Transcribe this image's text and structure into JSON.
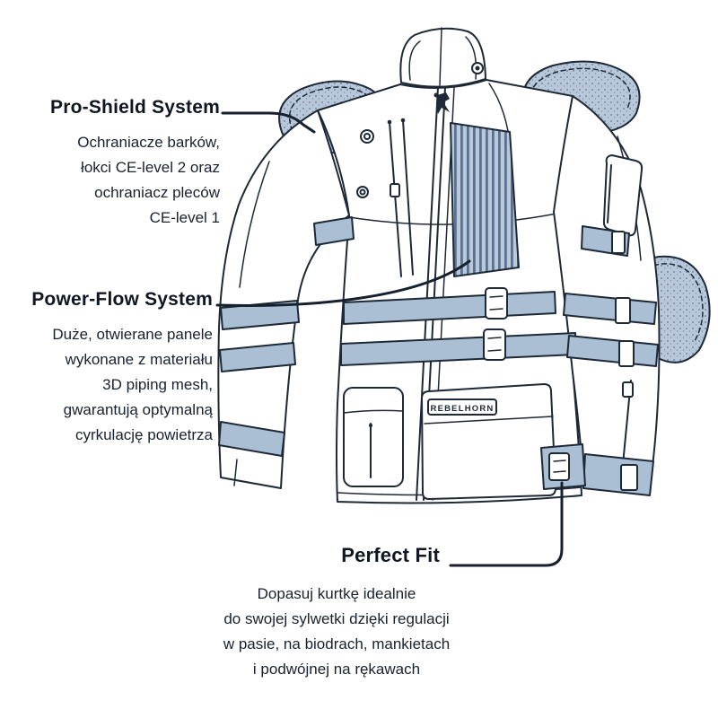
{
  "page": {
    "background_color": "#ffffff",
    "line_color": "#1e2937",
    "text_color": "#18222e",
    "pad_fill": "#b8c8da",
    "strap_fill": "#abbfd4",
    "mesh_stripe": "#5a7190"
  },
  "callouts": {
    "pro_shield": {
      "title": "Pro-Shield System",
      "description": "Ochraniacze barków,\nłokci CE-level 2 oraz\nochraniacz pleców\nCE-level 1"
    },
    "power_flow": {
      "title": "Power-Flow System",
      "description": "Duże, otwierane panele\nwykonane z materiału\n3D piping mesh,\ngwarantują optymalną\ncyrkulację powietrza"
    },
    "perfect_fit": {
      "title": "Perfect Fit",
      "description": "Dopasuj kurtkę idealnie\ndo swojej sylwetki dzięki regulacji\nw pasie, na biodrach, mankietach\ni podwójnej na rękawach"
    }
  },
  "jacket": {
    "brand_label": "REBELHORN"
  }
}
